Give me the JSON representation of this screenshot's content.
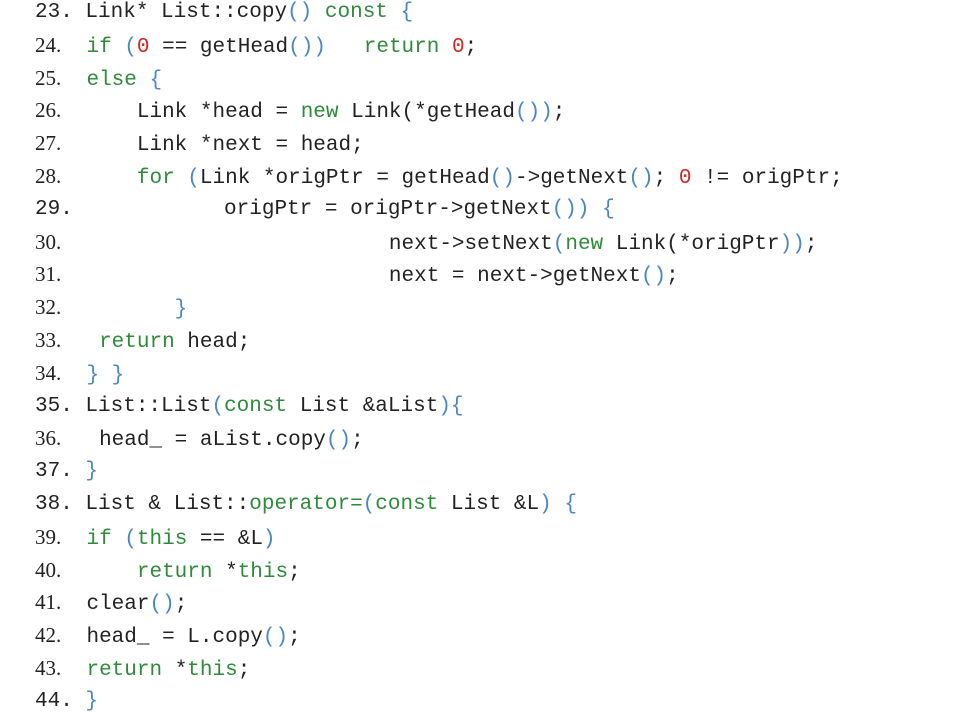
{
  "colors": {
    "text": "#222222",
    "keyword": "#2e8b3a",
    "number": "#d2281e",
    "punct": "#4a86c4",
    "background": "#ffffff"
  },
  "lines": [
    {
      "n": "23.",
      "mono": true,
      "indent": 0,
      "tokens": [
        [
          "Link* List::copy",
          ""
        ],
        [
          "()",
          "p"
        ],
        [
          " const ",
          "kw"
        ],
        [
          "{",
          "br"
        ]
      ]
    },
    {
      "n": "24.",
      "mono": false,
      "indent": 1,
      "tokens": [
        [
          "if ",
          "kw"
        ],
        [
          "(",
          "p"
        ],
        [
          "0",
          "num"
        ],
        [
          " == getHead",
          ""
        ],
        [
          "())",
          "p"
        ],
        [
          "   return ",
          "kw"
        ],
        [
          "0",
          "num"
        ],
        [
          ";",
          ""
        ]
      ]
    },
    {
      "n": "25.",
      "mono": false,
      "indent": 1,
      "tokens": [
        [
          "else ",
          "kw"
        ],
        [
          "{",
          "br"
        ]
      ]
    },
    {
      "n": "26.",
      "mono": false,
      "indent": 5,
      "tokens": [
        [
          "Link *head = ",
          ""
        ],
        [
          "new ",
          "kw"
        ],
        [
          "Link",
          ""
        ],
        [
          "(",
          ""
        ],
        [
          "*getHead",
          ""
        ],
        [
          "())",
          "p"
        ],
        [
          ";",
          ""
        ]
      ]
    },
    {
      "n": "27.",
      "mono": false,
      "indent": 5,
      "tokens": [
        [
          "Link *next = head;",
          ""
        ]
      ]
    },
    {
      "n": "28.",
      "mono": false,
      "indent": 5,
      "tokens": [
        [
          "for ",
          "kw"
        ],
        [
          "(",
          "p"
        ],
        [
          "Link *origPtr = getHead",
          ""
        ],
        [
          "()",
          "p"
        ],
        [
          "->getNext",
          ""
        ],
        [
          "()",
          "p"
        ],
        [
          "; ",
          ""
        ],
        [
          "0",
          "num"
        ],
        [
          " != origPtr;",
          ""
        ]
      ]
    },
    {
      "n": "29.",
      "mono": true,
      "indent": 11,
      "tokens": [
        [
          "origPtr = origPtr->getNext",
          ""
        ],
        [
          "())",
          "p"
        ],
        [
          " {",
          "br"
        ]
      ]
    },
    {
      "n": "30.",
      "mono": false,
      "indent": 25,
      "tokens": [
        [
          "next->setNext",
          ""
        ],
        [
          "(",
          "p"
        ],
        [
          "new ",
          "kw"
        ],
        [
          "Link",
          ""
        ],
        [
          "(",
          ""
        ],
        [
          "*origPtr",
          ""
        ],
        [
          "))",
          "p"
        ],
        [
          ";",
          ""
        ]
      ]
    },
    {
      "n": "31.",
      "mono": false,
      "indent": 25,
      "tokens": [
        [
          "next = next->getNext",
          ""
        ],
        [
          "()",
          "p"
        ],
        [
          ";",
          ""
        ]
      ]
    },
    {
      "n": "32.",
      "mono": false,
      "indent": 8,
      "tokens": [
        [
          "}",
          "br"
        ]
      ]
    },
    {
      "n": "33.",
      "mono": false,
      "indent": 2,
      "tokens": [
        [
          "return ",
          "kw"
        ],
        [
          "head;",
          ""
        ]
      ]
    },
    {
      "n": "34.",
      "mono": false,
      "indent": 1,
      "tokens": [
        [
          "} }",
          "br"
        ]
      ]
    },
    {
      "n": "35.",
      "mono": true,
      "indent": 0,
      "tokens": [
        [
          "List::List",
          ""
        ],
        [
          "(",
          "p"
        ],
        [
          "const ",
          "kw"
        ],
        [
          "List &aList",
          ""
        ],
        [
          ")",
          "p"
        ],
        [
          "{",
          "br"
        ]
      ]
    },
    {
      "n": "36.",
      "mono": false,
      "indent": 2,
      "tokens": [
        [
          "head_ = aList.copy",
          ""
        ],
        [
          "()",
          "p"
        ],
        [
          ";",
          ""
        ]
      ]
    },
    {
      "n": "37.",
      "mono": true,
      "indent": 0,
      "tokens": [
        [
          "}",
          "br"
        ]
      ]
    },
    {
      "n": "38.",
      "mono": true,
      "indent": 0,
      "tokens": [
        [
          "List & List::",
          ""
        ],
        [
          "operator=",
          "kw"
        ],
        [
          "(",
          "p"
        ],
        [
          "const ",
          "kw"
        ],
        [
          "List &L",
          ""
        ],
        [
          ")",
          "p"
        ],
        [
          " {",
          "br"
        ]
      ]
    },
    {
      "n": "39.",
      "mono": false,
      "indent": 1,
      "tokens": [
        [
          "if ",
          "kw"
        ],
        [
          "(",
          "p"
        ],
        [
          "this ",
          "kw"
        ],
        [
          "== &L",
          ""
        ],
        [
          ")",
          "p"
        ]
      ]
    },
    {
      "n": "40.",
      "mono": false,
      "indent": 5,
      "tokens": [
        [
          "return ",
          "kw"
        ],
        [
          "*",
          ""
        ],
        [
          "this",
          "kw"
        ],
        [
          ";",
          ""
        ]
      ]
    },
    {
      "n": "41.",
      "mono": false,
      "indent": 1,
      "tokens": [
        [
          "clear",
          ""
        ],
        [
          "()",
          "p"
        ],
        [
          ";",
          ""
        ]
      ]
    },
    {
      "n": "42.",
      "mono": false,
      "indent": 1,
      "tokens": [
        [
          "head_ = L.copy",
          ""
        ],
        [
          "()",
          "p"
        ],
        [
          ";",
          ""
        ]
      ]
    },
    {
      "n": "43.",
      "mono": false,
      "indent": 1,
      "tokens": [
        [
          "return ",
          "kw"
        ],
        [
          "*",
          ""
        ],
        [
          "this",
          "kw"
        ],
        [
          ";",
          ""
        ]
      ]
    },
    {
      "n": "44.",
      "mono": true,
      "indent": 0,
      "tokens": [
        [
          "}",
          "br"
        ]
      ]
    }
  ]
}
